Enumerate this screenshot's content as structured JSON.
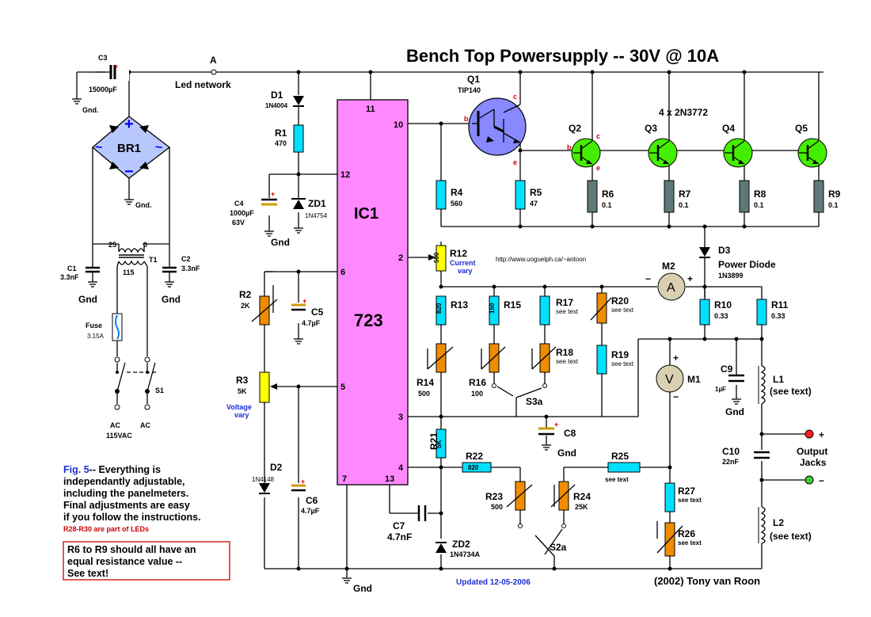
{
  "title": "Bench Top Powersupply -- 30V @ 10A",
  "url": "http://www.uoguelph.ca/~antoon",
  "updated": "Updated  12-05-2006",
  "credit": "(2002) Tony van Roon",
  "ic": {
    "name1": "IC1",
    "name2": "723",
    "pins": {
      "p11": "11",
      "p10": "10",
      "p12": "12",
      "p6": "6",
      "p2": "2",
      "p5": "5",
      "p3": "3",
      "p4": "4",
      "p7": "7",
      "p13": "13"
    }
  },
  "components": {
    "c3": {
      "ref": "C3",
      "val": "15000µF"
    },
    "a": {
      "ref": "A",
      "val": "Led network"
    },
    "d1": {
      "ref": "D1",
      "val": "1N4004"
    },
    "r1": {
      "ref": "R1",
      "val": "470"
    },
    "br1": {
      "ref": "BR1"
    },
    "c4": {
      "ref": "C4",
      "val": "1000µF",
      "val2": "63V"
    },
    "zd1": {
      "ref": "ZD1",
      "val": "1N4754"
    },
    "t1": {
      "ref": "T1",
      "tap1": "25",
      "tap2": "0",
      "tap3": "115"
    },
    "c1": {
      "ref": "C1",
      "val": "3.3nF"
    },
    "c2": {
      "ref": "C2",
      "val": "3.3nF"
    },
    "fuse": {
      "ref": "Fuse",
      "val": "3.15A"
    },
    "s1": {
      "ref": "S1"
    },
    "ac": {
      "l1": "AC",
      "l2": "AC",
      "v": "115VAC"
    },
    "r2": {
      "ref": "R2",
      "val": "2K"
    },
    "c5": {
      "ref": "C5",
      "val": "4.7µF"
    },
    "r3": {
      "ref": "R3",
      "val": "5K",
      "note": "Voltage",
      "note2": "vary"
    },
    "d2": {
      "ref": "D2",
      "val": "1N4148"
    },
    "c6": {
      "ref": "C6",
      "val": "4.7µF"
    },
    "q1": {
      "ref": "Q1",
      "val": "TIP140"
    },
    "q2": {
      "ref": "Q2"
    },
    "q3": {
      "ref": "Q3"
    },
    "q4": {
      "ref": "Q4"
    },
    "q5": {
      "ref": "Q5"
    },
    "qnote": "4 x 2N3772",
    "r4": {
      "ref": "R4",
      "val": "560"
    },
    "r5": {
      "ref": "R5",
      "val": "47"
    },
    "r6": {
      "ref": "R6",
      "val": "0.1"
    },
    "r7": {
      "ref": "R7",
      "val": "0.1"
    },
    "r8": {
      "ref": "R8",
      "val": "0.1"
    },
    "r9": {
      "ref": "R9",
      "val": "0.1"
    },
    "r12": {
      "ref": "R12",
      "val": "500",
      "note": "Current",
      "note2": "vary"
    },
    "d3": {
      "ref": "D3",
      "val": "Power Diode",
      "val2": "1N3899"
    },
    "m2": {
      "ref": "M2",
      "sym": "A"
    },
    "r13": {
      "ref": "R13",
      "val": "820"
    },
    "r15": {
      "ref": "R15",
      "val": "150"
    },
    "r17": {
      "ref": "R17",
      "val": "see text"
    },
    "r20": {
      "ref": "R20",
      "val": "see text"
    },
    "r10": {
      "ref": "R10",
      "val": "0.33"
    },
    "r11": {
      "ref": "R11",
      "val": "0.33"
    },
    "r14": {
      "ref": "R14",
      "val": "500"
    },
    "r16": {
      "ref": "R16",
      "val": "100"
    },
    "r18": {
      "ref": "R18",
      "val": "see text"
    },
    "r19": {
      "ref": "R19",
      "val": "see text"
    },
    "s3a": {
      "ref": "S3a"
    },
    "m1": {
      "ref": "M1",
      "sym": "V"
    },
    "c9": {
      "ref": "C9",
      "val": "1µF"
    },
    "l1": {
      "ref": "L1",
      "val": "(see text)"
    },
    "c8": {
      "ref": "C8"
    },
    "r21": {
      "ref": "R21",
      "val": "5K"
    },
    "r22": {
      "ref": "R22",
      "val": "820"
    },
    "r25": {
      "ref": "R25",
      "val": "see text"
    },
    "c10": {
      "ref": "C10",
      "val": "22nF"
    },
    "out": {
      "l1": "Output",
      "l2": "Jacks"
    },
    "r23": {
      "ref": "R23",
      "val": "500"
    },
    "r24": {
      "ref": "R24",
      "val": "25K"
    },
    "r27": {
      "ref": "R27",
      "val": "see text"
    },
    "c7": {
      "ref": "C7",
      "val": "4.7nF"
    },
    "zd2": {
      "ref": "ZD2",
      "val": "1N4734A"
    },
    "s2a": {
      "ref": "S2a"
    },
    "r26": {
      "ref": "R26",
      "val": "see text"
    },
    "l2": {
      "ref": "L2",
      "val": "(see text)"
    }
  },
  "gnd": "Gnd",
  "gnd2": "Gnd.",
  "plus": "+",
  "minus": "−",
  "trans_c": "c",
  "trans_b": "b",
  "trans_e": "e",
  "caption": {
    "fig": "Fig. 5",
    "l1": "-- Everything is",
    "l2": "independantly adjustable,",
    "l3": "including the panelmeters.",
    "l4": "Final adjustments are easy",
    "l5": "if you follow the instructions.",
    "red": "R28-R30 are part of LEDs"
  },
  "boxnote": {
    "l1": "R6 to R9 should all have an",
    "l2": "equal resistance value --",
    "l3": "See text!"
  },
  "colors": {
    "ic": "#ff88ff",
    "transistor": "#44ee00",
    "q1": "#8888ff",
    "cyan": "#00e0ff",
    "gray": "#607878",
    "orange": "#f08c00",
    "yellow": "#ffff00",
    "bridge": "#b8c8ff"
  }
}
